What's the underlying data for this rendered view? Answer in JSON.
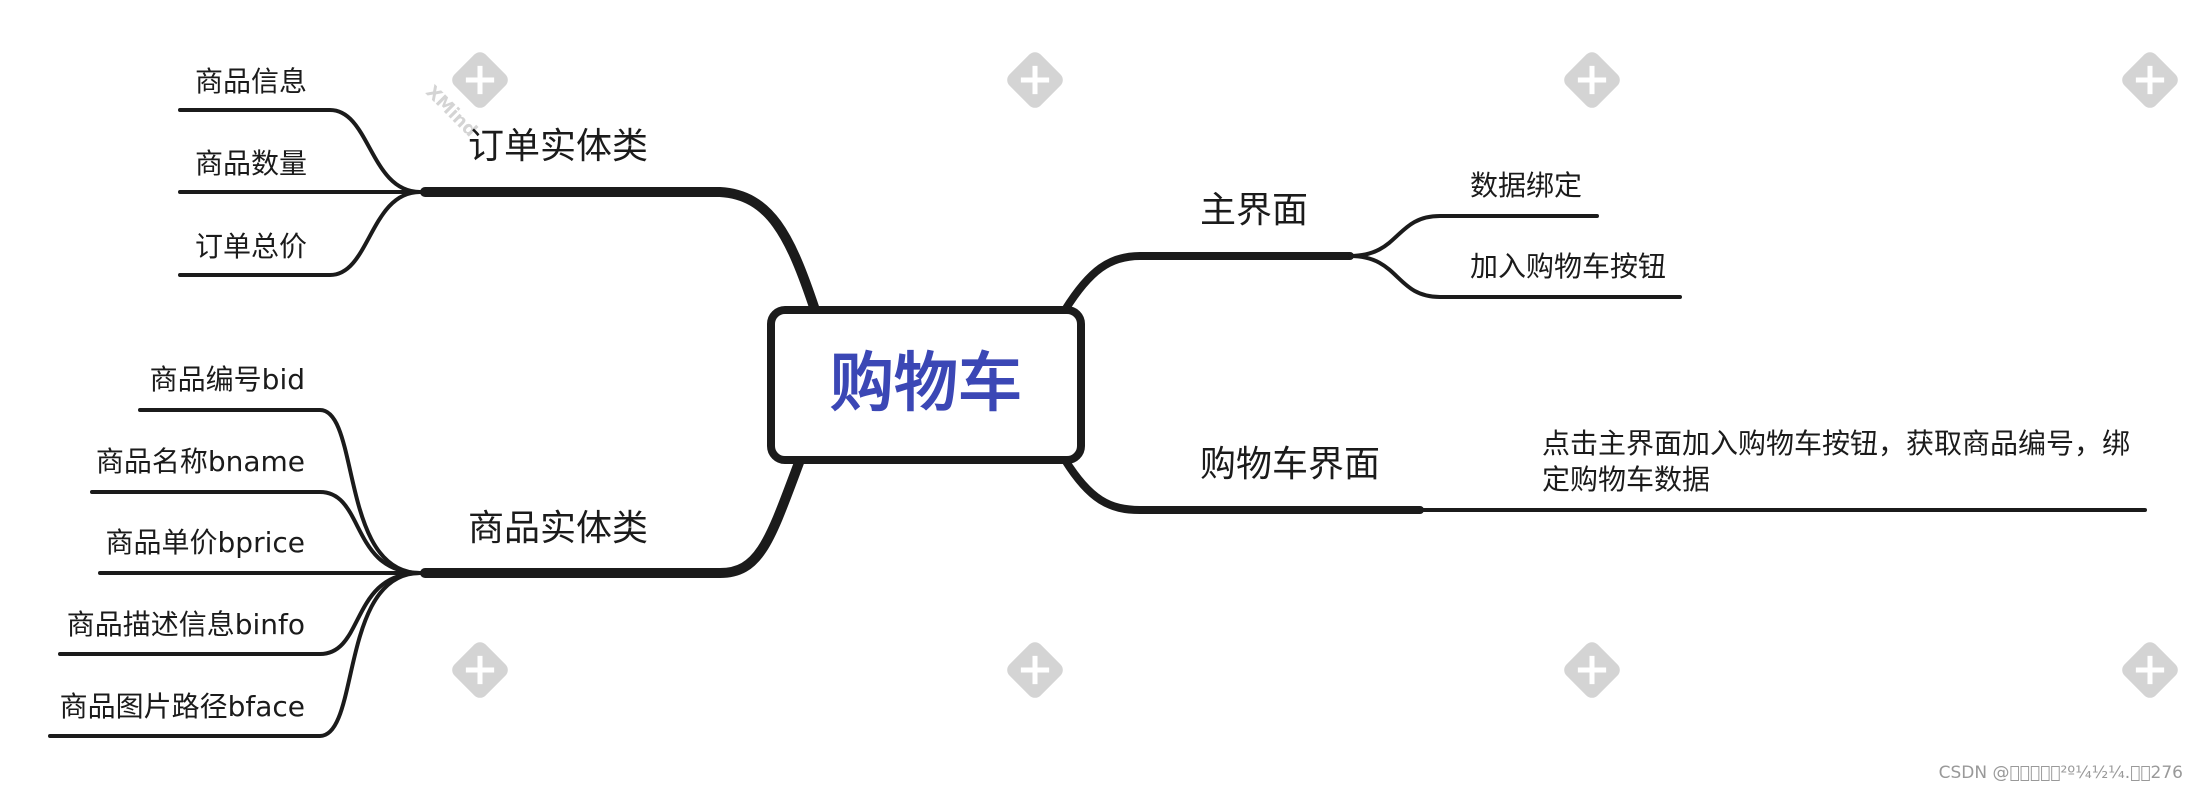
{
  "central": {
    "label": "购物车"
  },
  "right_branches": [
    {
      "label": "主界面",
      "children": [
        "数据绑定",
        "加入购物车按钮"
      ]
    },
    {
      "label": "购物车界面",
      "children": [
        {
          "line1": "点击主界面加入购物车按钮，获取商品编号，绑",
          "line2": "定购物车数据"
        }
      ]
    }
  ],
  "left_branches": [
    {
      "label": "订单实体类",
      "children": [
        "商品信息",
        "商品数量",
        "订单总价"
      ]
    },
    {
      "label": "商品实体类",
      "children": [
        "商品编号bid",
        "商品名称bname",
        "商品单价bprice",
        "商品描述信息binfo",
        "商品图片路径bface"
      ]
    }
  ],
  "watermark": {
    "label": "XMind",
    "icon": "xmind-logo-icon"
  },
  "footer": {
    "label": "CSDN @\u0000\u0000\u0000\u0000\u0000²º¼½¼.\u0000\u0000276"
  },
  "colors": {
    "central_text": "#3b47b5",
    "lines": "#1b1b1b",
    "watermark": "#d4d4d4"
  }
}
